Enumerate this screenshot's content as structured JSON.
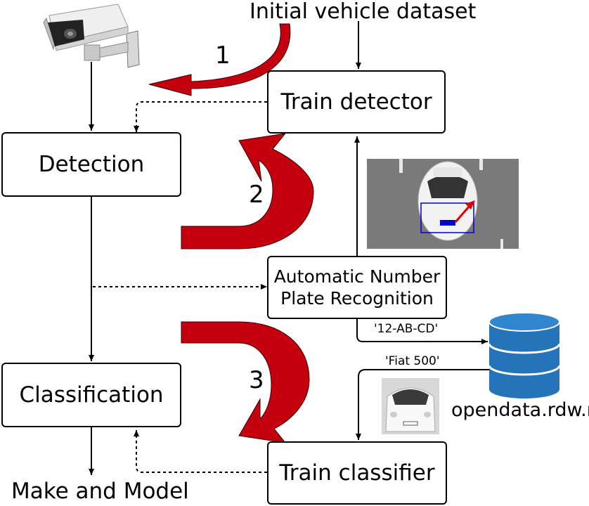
{
  "texts": {
    "initial_dataset": "Initial vehicle dataset",
    "make_model": "Make and Model",
    "plate_value": "'12-AB-CD'",
    "model_value": "'Fiat 500'",
    "database_label": "opendata.rdw.nl",
    "step1": "1",
    "step2": "2",
    "step3": "3"
  },
  "boxes": {
    "train_detector": "Train detector",
    "detection": "Detection",
    "anpr_line1": "Automatic Number",
    "anpr_line2": "Plate Recognition",
    "classification": "Classification",
    "train_classifier": "Train classifier"
  },
  "colors": {
    "curved_arrow": "#c4000f",
    "database": "#2573b8",
    "plate_box": "#0000cc",
    "plate_arrow": "#e00000",
    "road": "#7a7a7a"
  },
  "icons": {
    "camera": "security-camera-icon",
    "database": "database-icon"
  }
}
